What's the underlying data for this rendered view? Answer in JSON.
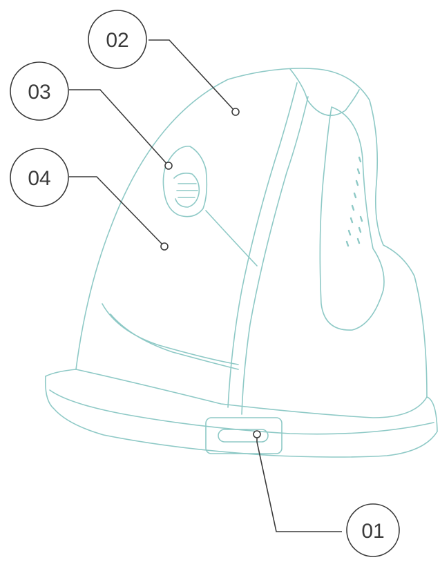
{
  "colors": {
    "outline": "#8ec9c6",
    "leader": "#3a3a3a",
    "label_text": "#3a3a3a",
    "background": "#ffffff"
  },
  "callouts": [
    {
      "id": "01",
      "label": "01",
      "part_icon": "usb-c-port-icon"
    },
    {
      "id": "02",
      "label": "02",
      "part_icon": "right-button-icon"
    },
    {
      "id": "03",
      "label": "03",
      "part_icon": "scroll-wheel-icon"
    },
    {
      "id": "04",
      "label": "04",
      "part_icon": "left-button-icon"
    }
  ]
}
